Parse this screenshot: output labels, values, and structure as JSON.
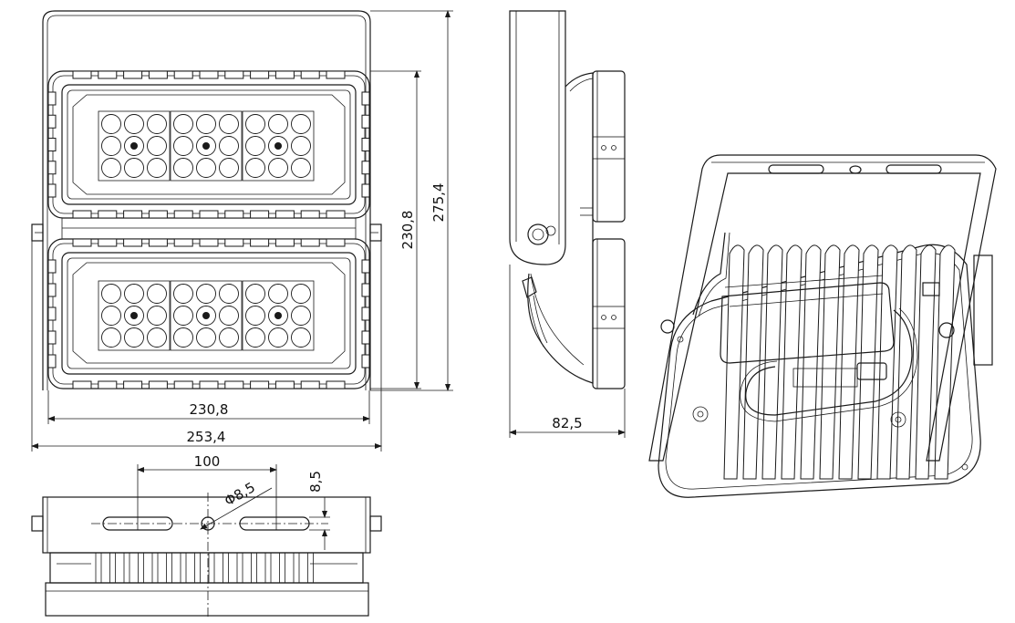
{
  "dimensions": {
    "front_inner_width": "230,8",
    "front_outer_width": "253,4",
    "front_inner_height": "230,8",
    "front_outer_height": "275,4",
    "side_depth": "82,5",
    "bracket_slot_spacing": "100",
    "bracket_hole_diameter": "Φ8,5",
    "bracket_slot_width": "8,5"
  },
  "colors": {
    "line": "#1a1a1a",
    "background": "#ffffff"
  }
}
